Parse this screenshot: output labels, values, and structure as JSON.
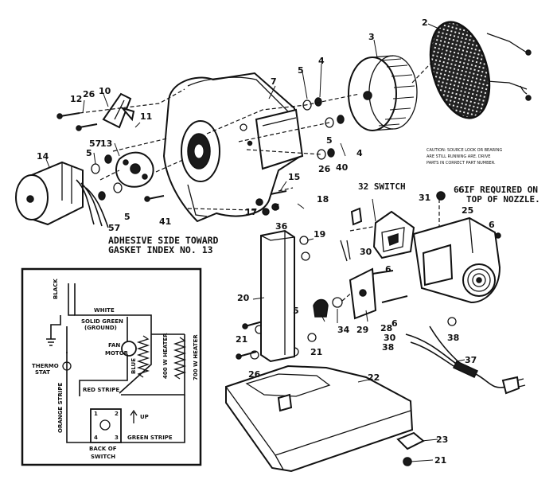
{
  "callouts": [
    {
      "id": "c2",
      "label": "2"
    },
    {
      "id": "c3",
      "label": "3"
    },
    {
      "id": "c4a",
      "label": "4"
    },
    {
      "id": "c4b",
      "label": "4"
    },
    {
      "id": "c5a",
      "label": "5"
    },
    {
      "id": "c5b",
      "label": "5"
    },
    {
      "id": "c5c",
      "label": "5"
    },
    {
      "id": "c5d",
      "label": "5"
    },
    {
      "id": "c5e",
      "label": "5"
    },
    {
      "id": "c5f",
      "label": "5"
    },
    {
      "id": "c6a",
      "label": "6"
    },
    {
      "id": "c6b",
      "label": "6"
    },
    {
      "id": "c6c",
      "label": "6"
    },
    {
      "id": "c6d",
      "label": "6"
    },
    {
      "id": "c7",
      "label": "7"
    },
    {
      "id": "c10",
      "label": "10"
    },
    {
      "id": "c11",
      "label": "11"
    },
    {
      "id": "c12",
      "label": "12"
    },
    {
      "id": "c13",
      "label": "13"
    },
    {
      "id": "c14",
      "label": "14"
    },
    {
      "id": "c15",
      "label": "15"
    },
    {
      "id": "c17",
      "label": "17"
    },
    {
      "id": "c18",
      "label": "18"
    },
    {
      "id": "c19",
      "label": "19"
    },
    {
      "id": "c20",
      "label": "20"
    },
    {
      "id": "c21a",
      "label": "21"
    },
    {
      "id": "c21b",
      "label": "21"
    },
    {
      "id": "c21c",
      "label": "21"
    },
    {
      "id": "c22",
      "label": "22"
    },
    {
      "id": "c23",
      "label": "23"
    },
    {
      "id": "c25",
      "label": "25"
    },
    {
      "id": "c26a",
      "label": "26"
    },
    {
      "id": "c26b",
      "label": "26"
    },
    {
      "id": "c26c",
      "label": "26"
    },
    {
      "id": "c28",
      "label": "28"
    },
    {
      "id": "c29",
      "label": "29"
    },
    {
      "id": "c30a",
      "label": "30"
    },
    {
      "id": "c30b",
      "label": "30"
    },
    {
      "id": "c31",
      "label": "31"
    },
    {
      "id": "c34",
      "label": "34"
    },
    {
      "id": "c36",
      "label": "36"
    },
    {
      "id": "c37",
      "label": "37"
    },
    {
      "id": "c38a",
      "label": "38"
    },
    {
      "id": "c38b",
      "label": "38"
    },
    {
      "id": "c40",
      "label": "40"
    },
    {
      "id": "c41",
      "label": "41"
    },
    {
      "id": "c57a",
      "label": "57"
    },
    {
      "id": "c57b",
      "label": "57"
    }
  ],
  "notes": {
    "adhesive_line1": "ADHESIVE SIDE TOWARD",
    "adhesive_line2": "GASKET INDEX NO. 13",
    "switch": "32 SWITCH",
    "nozzle_line1": "6 IF REQUIRED ON",
    "nozzle_line2": "TOP OF NOZZLE.",
    "caution_line1": "CAUTION: SOURCE LOOK OR BEARING",
    "caution_line2": "ARE STILL RUNNING ARE. DRIVE",
    "caution_line3": "PARTS IN CORRECT PART NUMBER."
  },
  "schematic": {
    "black": "BLACK",
    "white": "WHITE",
    "solid_green_line1": "SOLID GREEN",
    "solid_green_line2": "(GROUND)",
    "fan_motor_line1": "FAN",
    "fan_motor_line2": "MOTOR",
    "blue": "BLUE",
    "heater_400": "400 W HEATER",
    "heater_700": "700 W HEATER",
    "thermostat_line1": "THERMO",
    "thermostat_line2": "STAT",
    "orange_stripe": "ORANGE STRIPE",
    "red_stripe": "RED STRIPE",
    "green_stripe": "GREEN STRIPE",
    "up": "UP",
    "back_line1": "BACK OF",
    "back_line2": "SWITCH",
    "term1": "1",
    "term2": "2",
    "term3": "3",
    "term4": "4"
  }
}
